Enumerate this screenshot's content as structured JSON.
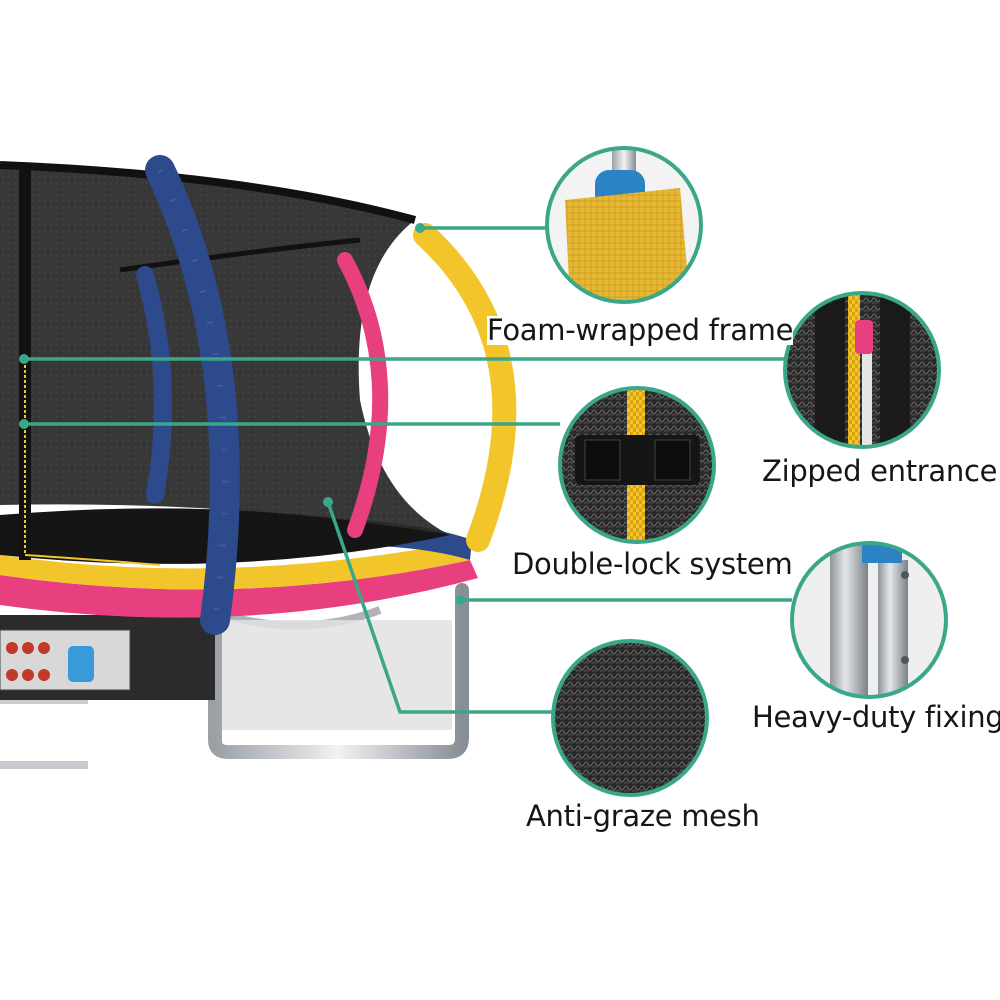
{
  "features": [
    {
      "id": "foam",
      "label": "Foam-wrapped frame",
      "icon": "foam-padded-pole"
    },
    {
      "id": "zip",
      "label": "Zipped entrance",
      "icon": "zipper-closeup"
    },
    {
      "id": "lock",
      "label": "Double-lock system",
      "icon": "buckle-clip"
    },
    {
      "id": "fix",
      "label": "Heavy-duty fixings",
      "icon": "steel-leg-joint"
    },
    {
      "id": "mesh",
      "label": "Anti-graze mesh",
      "icon": "mesh-texture"
    }
  ],
  "colors": {
    "callout_line": "#3aa68a",
    "pad_blue": "#2c4a8c",
    "pad_yellow": "#f2c52a",
    "pad_pink": "#e8407e",
    "net": "#1a1a1a",
    "steel": "#c4c8cc"
  }
}
